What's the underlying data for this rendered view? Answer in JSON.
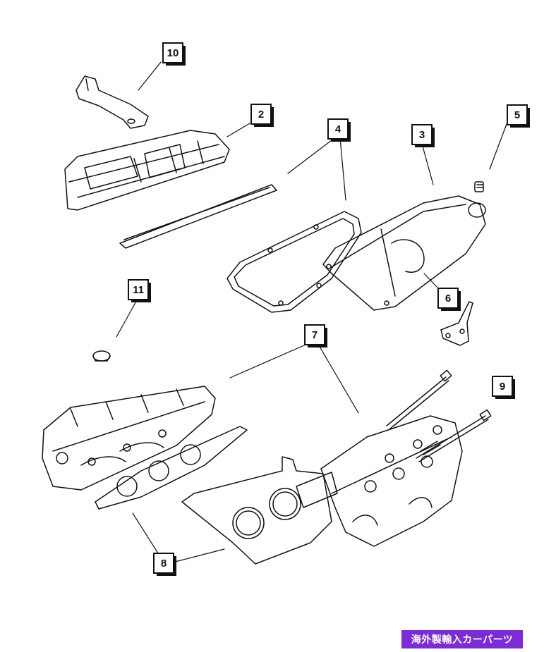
{
  "callouts": {
    "c2": "2",
    "c3": "3",
    "c4": "4",
    "c5": "5",
    "c6": "6",
    "c7": "7",
    "c8": "8",
    "c9": "9",
    "c10": "10",
    "c11": "11"
  },
  "watermark": "海外製輸入カーパーツ",
  "colors": {
    "line": "#111111",
    "banner": "#7b2bd8"
  }
}
